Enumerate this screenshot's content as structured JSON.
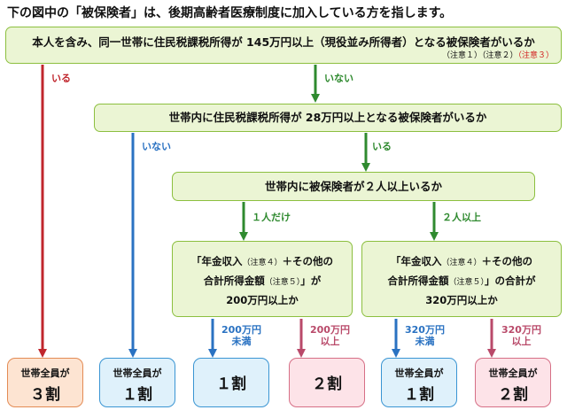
{
  "intro": "下の図中の「被保険者」は、後期高齢者医療制度に加入している方を指します。",
  "q1": {
    "text": "本人を含み、同一世帯に住民税課税所得が 145万円以上（現役並み所得者）となる被保険者がいるか",
    "note1": "（注意１）",
    "note2": "（注意２）",
    "note3": "（注意３）"
  },
  "q2": {
    "text": "世帯内に住民税課税所得が 28万円以上となる被保険者がいるか"
  },
  "q3": {
    "text": "世帯内に被保険者が２人以上いるか"
  },
  "q4": {
    "line1_a": "「年金収入",
    "note_a": "（注意４）",
    "line1_b": "＋その他の",
    "line2_a": "合計所得金額",
    "note_b": "（注意５）",
    "line2_b": "」が",
    "line3": "200万円以上か"
  },
  "q5": {
    "line1_a": "「年金収入",
    "note_a": "（注意４）",
    "line1_b": "＋その他の",
    "line2_a": "合計所得金額",
    "note_b": "（注意５）",
    "line2_b": "」の合計が",
    "line3": "320万円以上か"
  },
  "labels": {
    "q1_yes": "いる",
    "q1_no": "いない",
    "q2_no": "いない",
    "q2_yes": "いる",
    "q3_one": "１人だけ",
    "q3_two": "２人以上",
    "q4_under_1": "200万円",
    "q4_under_2": "未満",
    "q4_over_1": "200万円",
    "q4_over_2": "以上",
    "q5_under_1": "320万円",
    "q5_under_2": "未満",
    "q5_over_1": "320万円",
    "q5_over_2": "以上"
  },
  "results": [
    {
      "line1": "世帯全員が",
      "line2": "３割"
    },
    {
      "line1": "世帯全員が",
      "line2": "１割"
    },
    {
      "line1": "",
      "line2": "１割"
    },
    {
      "line1": "",
      "line2": "２割"
    },
    {
      "line1": "世帯全員が",
      "line2": "１割"
    },
    {
      "line1": "世帯全員が",
      "line2": "２割"
    }
  ],
  "colors": {
    "green": "#2f8a2f",
    "red": "#c0262d",
    "blue": "#2a72c2",
    "pink": "#b94a6a"
  }
}
